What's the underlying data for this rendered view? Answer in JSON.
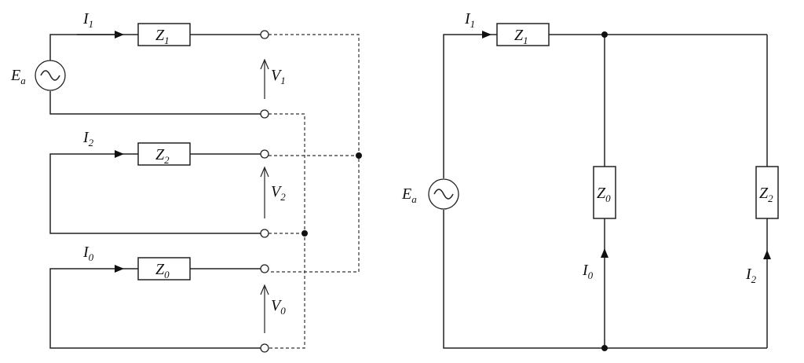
{
  "left_circuit": {
    "source": {
      "letter": "E",
      "sub": "a"
    },
    "currents": [
      {
        "letter": "I",
        "sub": "1"
      },
      {
        "letter": "I",
        "sub": "2"
      },
      {
        "letter": "I",
        "sub": "0"
      }
    ],
    "impedances": [
      {
        "letter": "Z",
        "sub": "1"
      },
      {
        "letter": "Z",
        "sub": "2"
      },
      {
        "letter": "Z",
        "sub": "0"
      }
    ],
    "voltages": [
      {
        "letter": "V",
        "sub": "1"
      },
      {
        "letter": "V",
        "sub": "2"
      },
      {
        "letter": "V",
        "sub": "0"
      }
    ]
  },
  "right_circuit": {
    "source": {
      "letter": "E",
      "sub": "a"
    },
    "current_main": {
      "letter": "I",
      "sub": "1"
    },
    "current_zero": {
      "letter": "I",
      "sub": "0"
    },
    "current_neg": {
      "letter": "I",
      "sub": "2"
    },
    "impedance_series": {
      "letter": "Z",
      "sub": "1"
    },
    "impedance_zero": {
      "letter": "Z",
      "sub": "0"
    },
    "impedance_neg": {
      "letter": "Z",
      "sub": "2"
    }
  }
}
